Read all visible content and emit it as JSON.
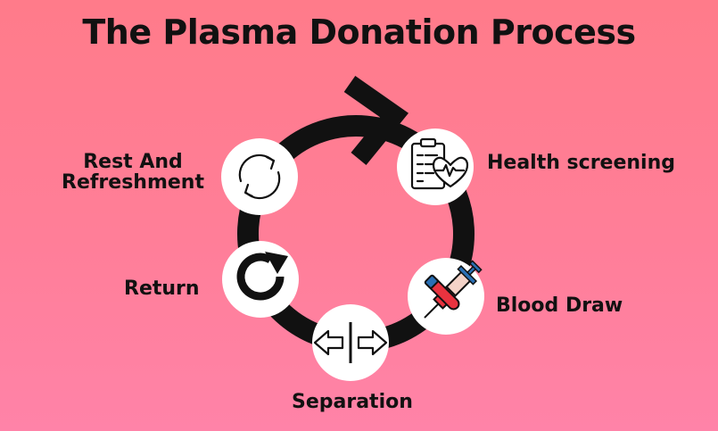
{
  "title": "The Plasma Donation Process",
  "steps": [
    {
      "label": "Health screening",
      "icon": "clipboard-heart-icon"
    },
    {
      "label": "Blood Draw",
      "icon": "syringe-icon"
    },
    {
      "label": "Separation",
      "icon": "separation-arrows-icon"
    },
    {
      "label": "Return",
      "icon": "return-arrow-icon"
    },
    {
      "label": "Rest And Refreshment",
      "icon": "refresh-cycle-icon"
    }
  ],
  "colors": {
    "background_top": "#ff7b8a",
    "background_bottom": "#ff83a8",
    "ring": "#111111",
    "node_fill": "#ffffff",
    "syringe_red": "#e8333f",
    "syringe_blue": "#2a6fb4",
    "syringe_body": "#f4d3c8"
  }
}
